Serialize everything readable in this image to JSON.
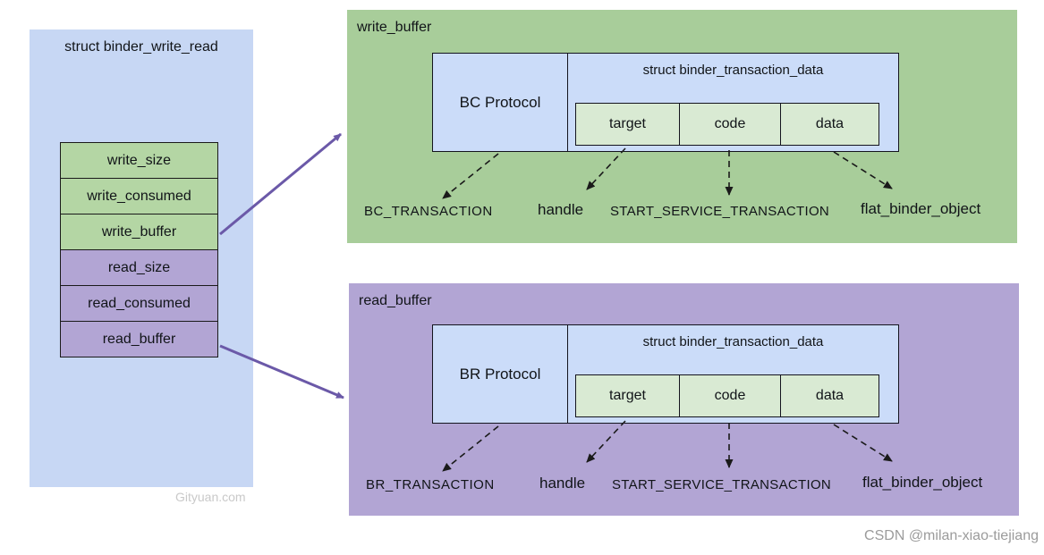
{
  "left_panel": {
    "title": "struct binder_write_read",
    "fields": [
      {
        "label": "write_size"
      },
      {
        "label": "write_consumed"
      },
      {
        "label": "write_buffer"
      },
      {
        "label": "read_size"
      },
      {
        "label": "read_consumed"
      },
      {
        "label": "read_buffer"
      }
    ]
  },
  "write_panel": {
    "label": "write_buffer",
    "protocol_label": "BC Protocol",
    "struct_title": "struct binder_transaction_data",
    "cells": [
      {
        "label": "target"
      },
      {
        "label": "code"
      },
      {
        "label": "data"
      }
    ],
    "annotations": [
      {
        "label": "BC_TRANSACTION"
      },
      {
        "label": "handle"
      },
      {
        "label": "START_SERVICE_TRANSACTION"
      },
      {
        "label": "flat_binder_object"
      }
    ]
  },
  "read_panel": {
    "label": "read_buffer",
    "protocol_label": "BR Protocol",
    "struct_title": "struct binder_transaction_data",
    "cells": [
      {
        "label": "target"
      },
      {
        "label": "code"
      },
      {
        "label": "data"
      }
    ],
    "annotations": [
      {
        "label": "BR_TRANSACTION"
      },
      {
        "label": "handle"
      },
      {
        "label": "START_SERVICE_TRANSACTION"
      },
      {
        "label": "flat_binder_object"
      }
    ]
  },
  "watermarks": {
    "gityuan": "Gityuan.com",
    "csdn": "CSDN @milan-xiao-tiejiang"
  },
  "colors": {
    "left_panel_blue": "#c7d7f4",
    "inner_box_blue": "#cbdcf9",
    "write_green": "#a8cd9a",
    "row_green": "#b4d6a4",
    "cell_light_green": "#d9ead3",
    "read_purple": "#b2a5d4",
    "solid_arrow_purple": "#6b59a8",
    "dashed_arrow_black": "#1a1a1a"
  }
}
